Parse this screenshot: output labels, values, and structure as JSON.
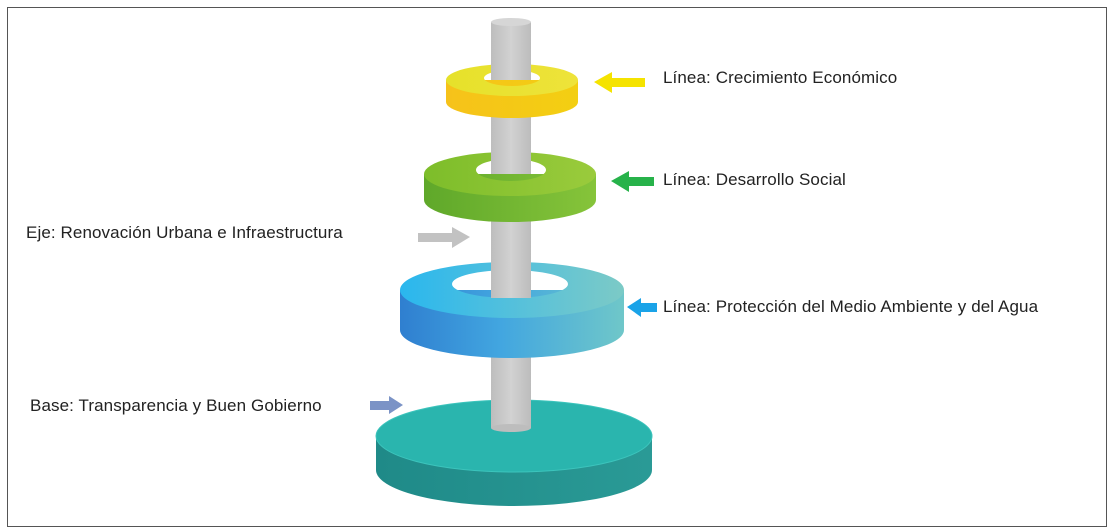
{
  "labels": {
    "line_economic": "Línea: Crecimiento Económico",
    "line_social": "Línea: Desarrollo Social",
    "axis": "Eje: Renovación Urbana e Infraestructura",
    "line_environment": "Línea: Protección del Medio Ambiente y del Agua",
    "base": "Base: Transparencia y Buen Gobierno"
  },
  "colors": {
    "pole": "#c9c9c9",
    "ring_economic": "#f2d600",
    "ring_social": "#7cbf2c",
    "ring_environment": "#3db8e8",
    "base_disc": "#2ab3ac",
    "arrow_economic": "#f5e300",
    "arrow_social": "#27b24a",
    "arrow_axis": "#c0c0c0",
    "arrow_environment": "#1aa3e8",
    "arrow_base": "#7b93c6"
  }
}
